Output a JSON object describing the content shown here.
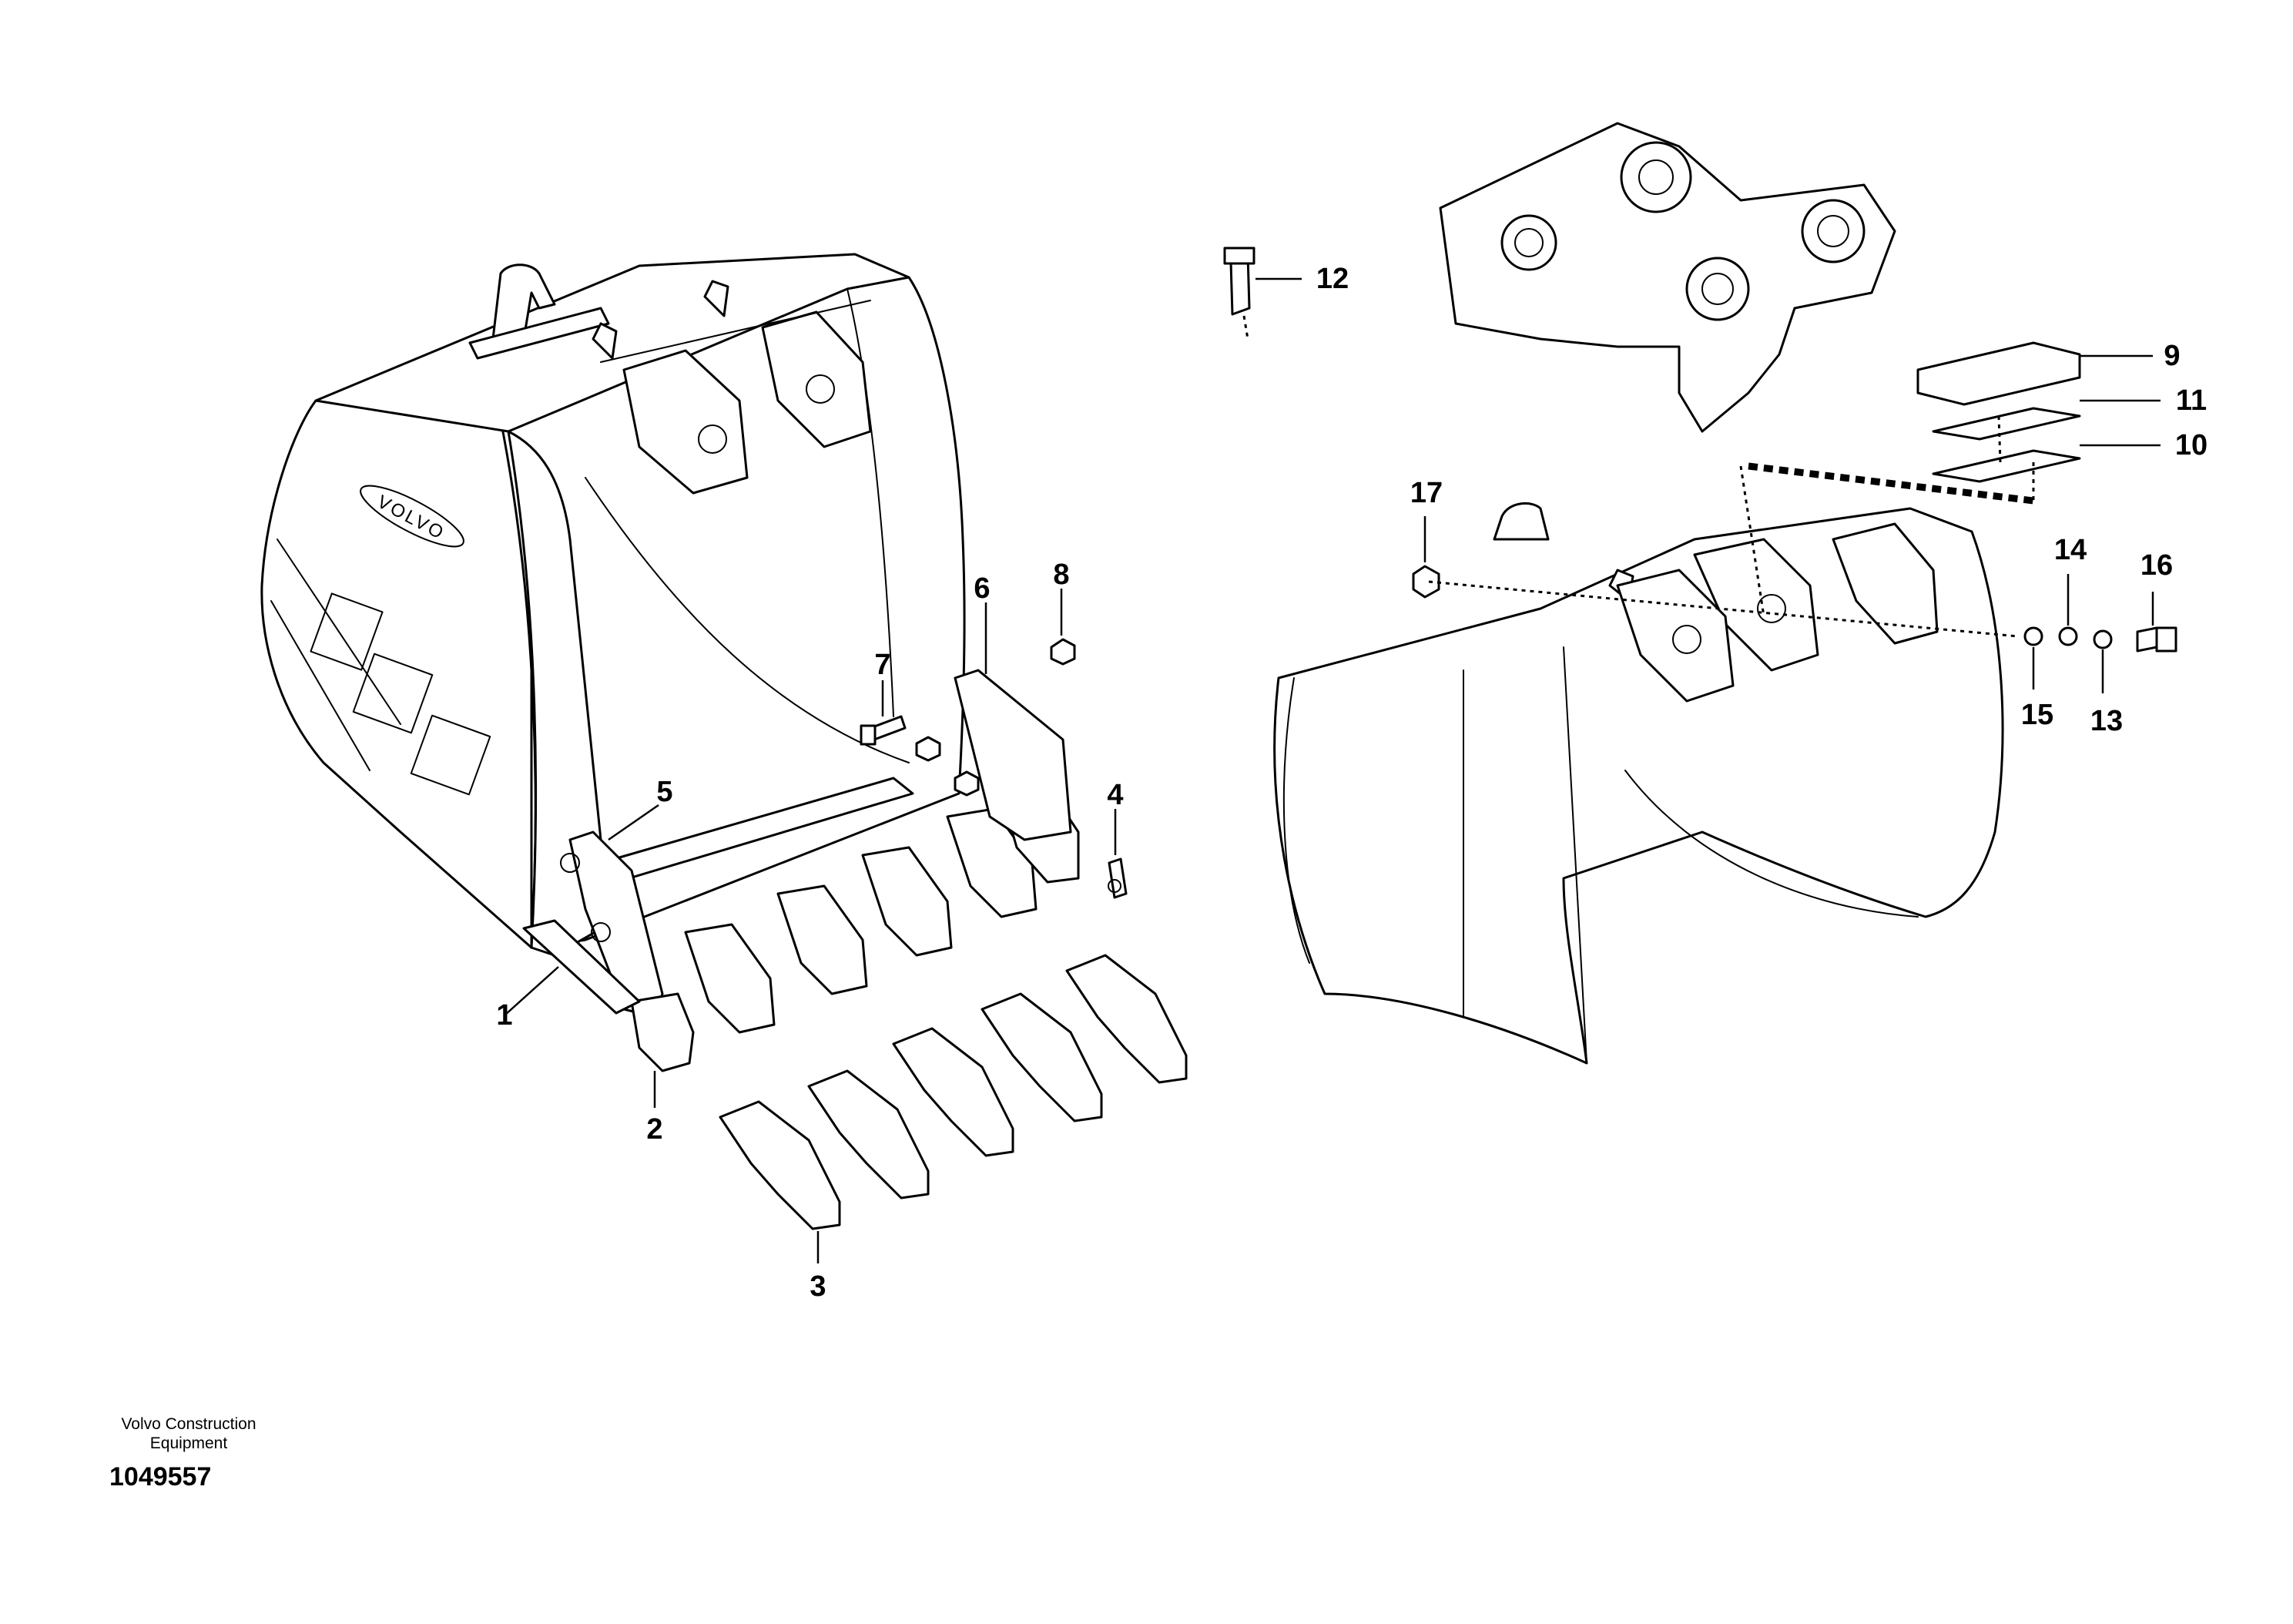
{
  "diagram": {
    "callouts": [
      {
        "id": "1",
        "text": "1"
      },
      {
        "id": "2",
        "text": "2"
      },
      {
        "id": "3",
        "text": "3"
      },
      {
        "id": "4",
        "text": "4"
      },
      {
        "id": "5",
        "text": "5"
      },
      {
        "id": "6",
        "text": "6"
      },
      {
        "id": "7",
        "text": "7"
      },
      {
        "id": "8",
        "text": "8"
      },
      {
        "id": "9",
        "text": "9"
      },
      {
        "id": "10",
        "text": "10"
      },
      {
        "id": "11",
        "text": "11"
      },
      {
        "id": "12",
        "text": "12"
      },
      {
        "id": "13",
        "text": "13"
      },
      {
        "id": "14",
        "text": "14"
      },
      {
        "id": "15",
        "text": "15"
      },
      {
        "id": "16",
        "text": "16"
      },
      {
        "id": "17",
        "text": "17"
      }
    ],
    "bucket_logo": "VOLVO"
  },
  "footer": {
    "manufacturer_line1": "Volvo Construction",
    "manufacturer_line2": "Equipment",
    "drawing_number": "1049557"
  }
}
